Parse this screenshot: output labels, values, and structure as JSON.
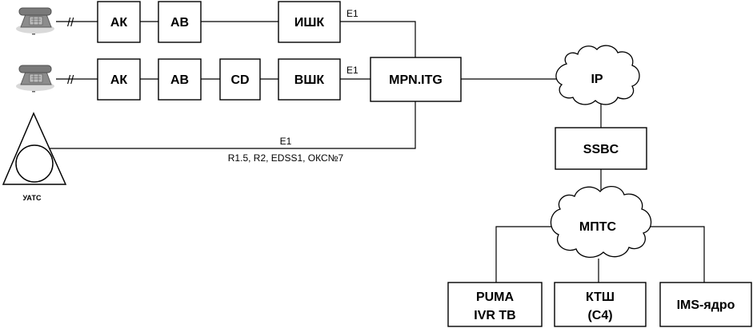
{
  "phones": [
    {
      "id": "phone-1"
    },
    {
      "id": "phone-2"
    }
  ],
  "line_marker": "//",
  "row1": {
    "ak": "АК",
    "av": "АВ",
    "ishk": "ИШК",
    "e1": "E1"
  },
  "row2": {
    "ak": "АК",
    "av": "АВ",
    "cd": "CD",
    "vshk": "ВШК",
    "e1": "E1"
  },
  "gateway": "MPN.ITG",
  "uats": {
    "label": "УАТС",
    "link_label": "E1",
    "protocols": "R1.5, R2, EDSS1, ОКС№7"
  },
  "ip_cloud": "IP",
  "ssbc": "SSBC",
  "mpts_cloud": "МПТС",
  "bottom": {
    "puma_line1": "PUMA",
    "puma_line2": "IVR ТВ",
    "ktsh_line1": "КТШ",
    "ktsh_line2": "(С4)",
    "ims": "IMS-ядро"
  }
}
